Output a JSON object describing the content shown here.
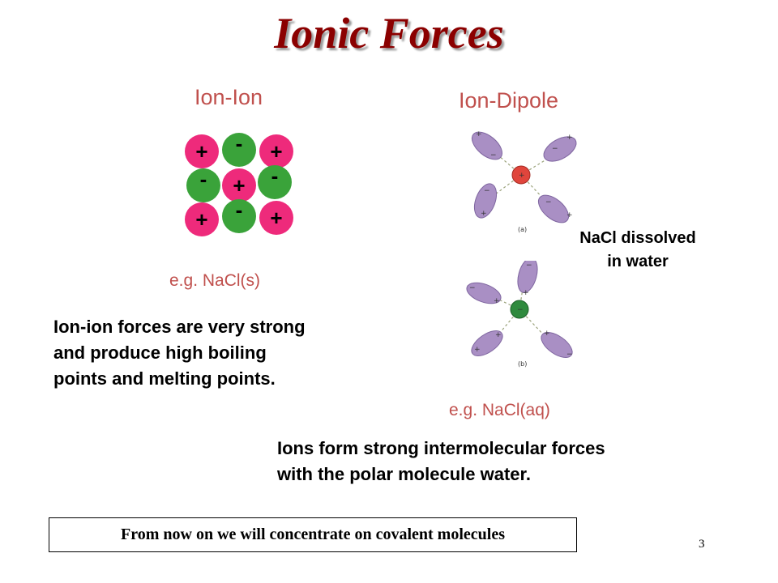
{
  "slide": {
    "title": "Ionic Forces",
    "page_number": "3",
    "footer_note": "From now on we will concentrate on covalent molecules"
  },
  "ion_ion": {
    "heading": "Ion-Ion",
    "example": "e.g. NaCl(s)",
    "description_lines": [
      "Ion-ion forces are very strong",
      "and produce high boiling",
      "points and melting points."
    ],
    "lattice": [
      [
        "+",
        "-",
        "+"
      ],
      [
        "-",
        "+",
        "-"
      ],
      [
        "+",
        "-",
        "+"
      ]
    ],
    "colors": {
      "cation": "#ee2a7b",
      "anion": "#3aa33a"
    }
  },
  "ion_dipole": {
    "heading": "Ion-Dipole",
    "panel_a_label": "(a)",
    "panel_b_label": "(b)",
    "caption_lines": [
      "NaCl dissolved",
      "in water"
    ],
    "example": "e.g. NaCl(aq)",
    "description_lines": [
      "Ions form strong intermolecular forces",
      "with the polar molecule water."
    ]
  },
  "colors": {
    "title": "#8B0000",
    "heading": "#c0504d",
    "water_molecule": "#a98fc4",
    "cation_center": "#e0453c",
    "anion_center": "#2f8a3e"
  }
}
